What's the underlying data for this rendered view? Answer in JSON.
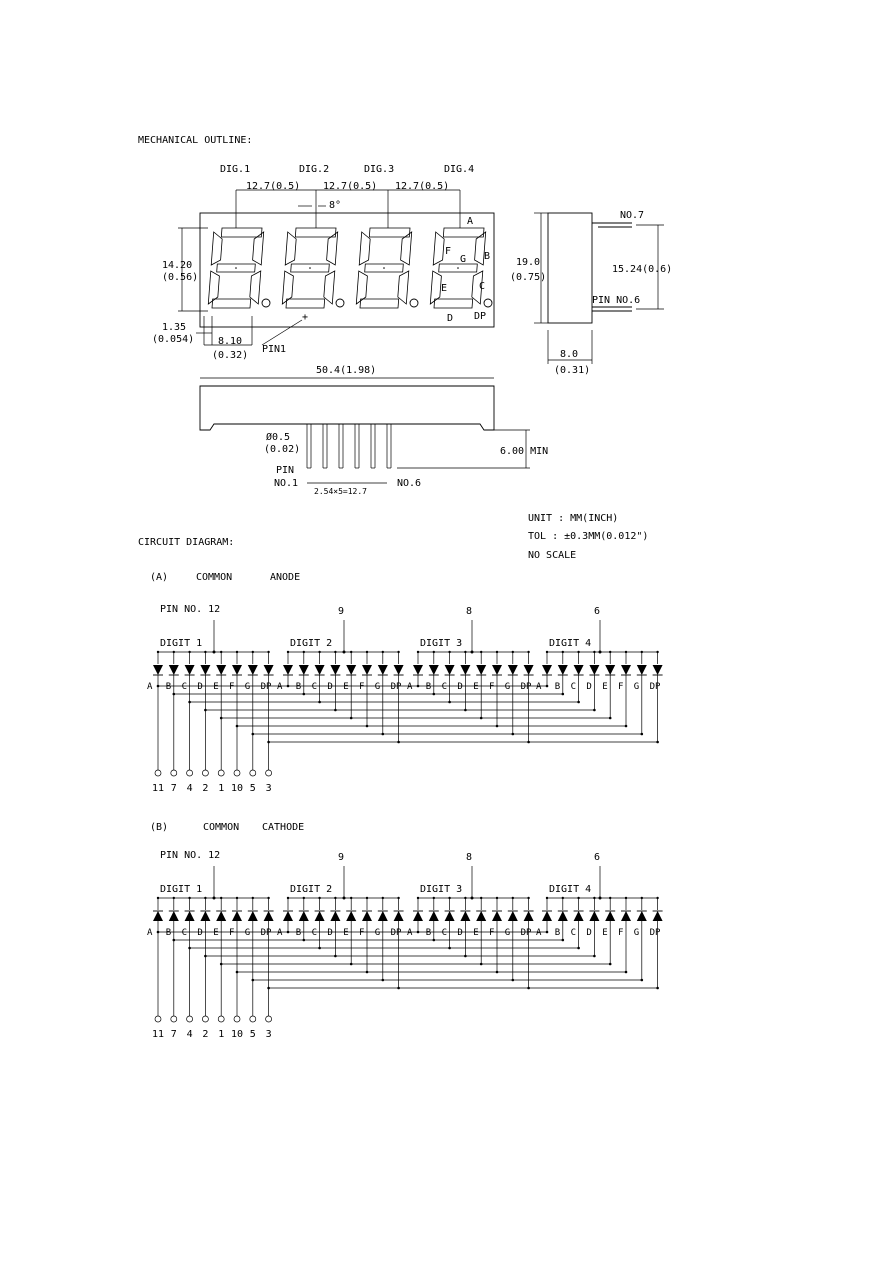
{
  "mechanical": {
    "title": "MECHANICAL OUTLINE:",
    "digits": [
      "DIG.1",
      "DIG.2",
      "DIG.3",
      "DIG.4"
    ],
    "pitch": [
      "12.7(0.5)",
      "12.7(0.5)",
      "12.7(0.5)"
    ],
    "angle": "8°",
    "height": [
      "14.20",
      "(0.56)"
    ],
    "offset": [
      "1.35",
      "(0.054)"
    ],
    "digit_width": [
      "8.10",
      "(0.32)"
    ],
    "pin1": "PIN1",
    "plus": "+",
    "segment_letters": [
      "A",
      "B",
      "C",
      "D",
      "E",
      "F",
      "G",
      "DP"
    ],
    "total_width": "50.4(1.98)",
    "side_height": [
      "19.0",
      "(0.75)"
    ],
    "side_pin7": "NO.7",
    "side_pin6": "PIN  NO.6",
    "side_pitch": "15.24(0.6)",
    "side_depth": [
      "8.0",
      "(0.31)"
    ],
    "pin_dia": [
      "Ø0.5",
      "(0.02)"
    ],
    "pin_len": "6.00  MIN",
    "pin_no1": [
      "PIN",
      "NO.1"
    ],
    "pin_pitch": "2.54×5=12.7",
    "pin_no6": "NO.6"
  },
  "notes": [
    "UNIT  :   MM(INCH)",
    "TOL  : ±0.3MM(0.012\")",
    "NO   SCALE"
  ],
  "circuit": {
    "title": "CIRCUIT DIAGRAM:",
    "anode_title": [
      "(A)",
      "COMMON",
      "ANODE"
    ],
    "cathode_title": [
      "(B)",
      "COMMON",
      "CATHODE"
    ],
    "pin_no_label": "PIN NO. 12",
    "common_pins": [
      "9",
      "8",
      "6"
    ],
    "digit_labels": [
      "DIGIT 1",
      "DIGIT  2",
      "DIGIT  3",
      "DIGIT  4"
    ],
    "segments": [
      "A",
      "B",
      "C",
      "D",
      "E",
      "F",
      "G",
      "DP"
    ],
    "segment_pins": [
      "11",
      "7",
      "4",
      "2",
      "1",
      "10",
      "5",
      "3"
    ]
  },
  "colors": {
    "ink": "#000000",
    "paper": "#ffffff"
  }
}
